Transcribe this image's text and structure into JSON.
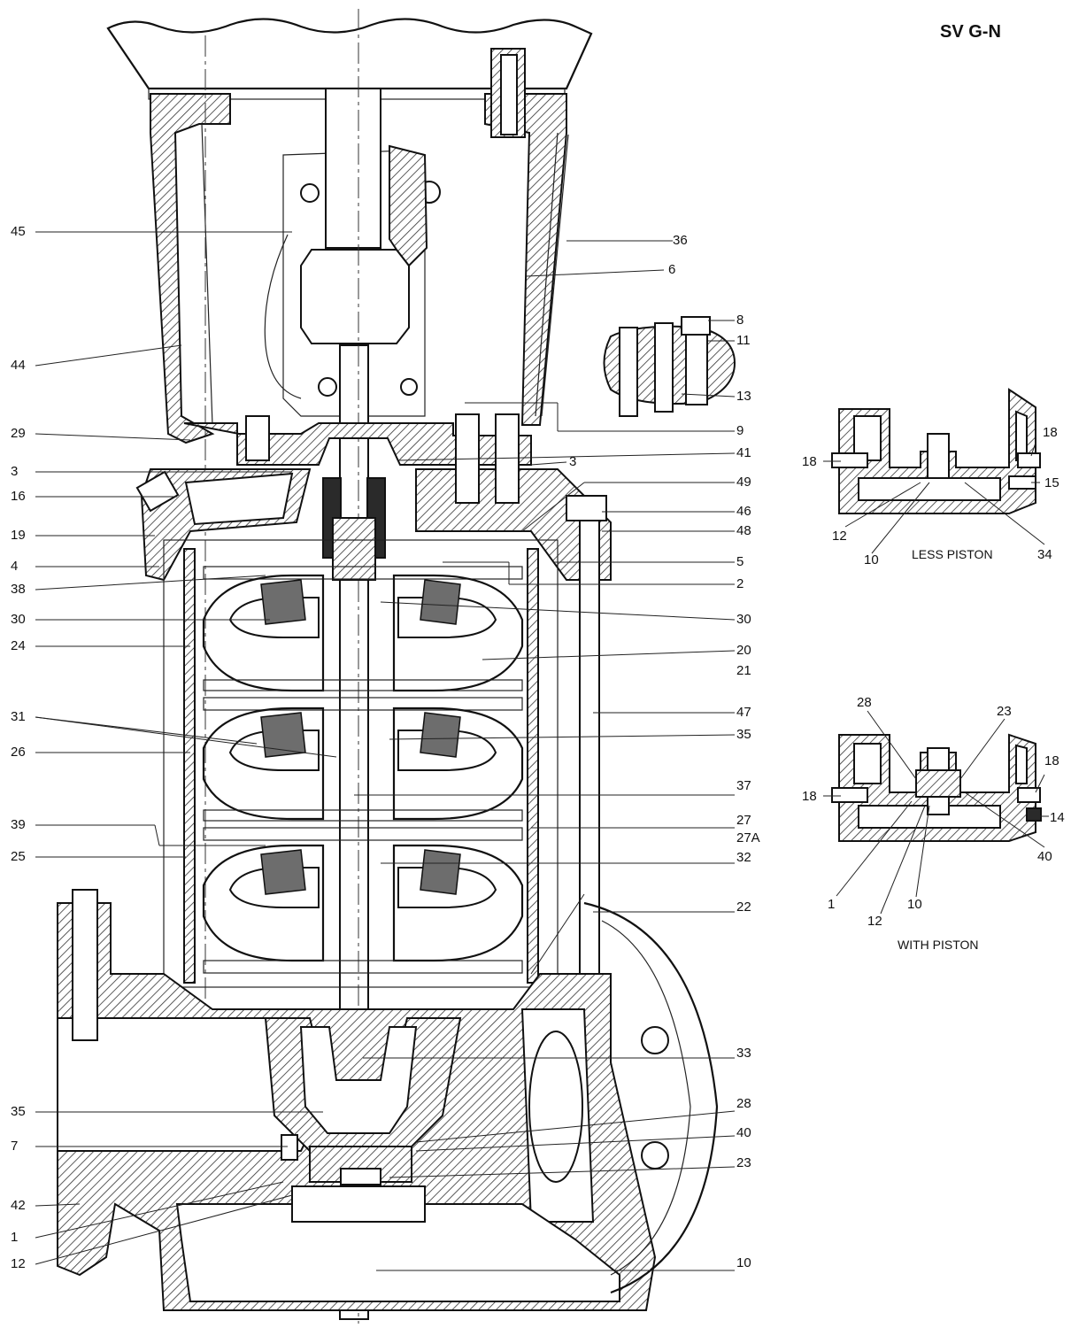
{
  "title": "SV G-N",
  "inset_less_piston": {
    "caption": "LESS PISTON",
    "labels": [
      "18",
      "18",
      "15",
      "12",
      "10",
      "34"
    ]
  },
  "inset_with_piston": {
    "caption": "WITH  PISTON",
    "labels": [
      "28",
      "23",
      "18",
      "18",
      "14",
      "40",
      "1",
      "10",
      "12"
    ]
  },
  "left_labels": [
    "45",
    "44",
    "29",
    "3",
    "16",
    "19",
    "4",
    "38",
    "30",
    "24",
    "31",
    "26",
    "39",
    "25",
    "35",
    "7",
    "42",
    "1",
    "12"
  ],
  "right_labels": [
    "36",
    "6",
    "8",
    "11",
    "13",
    "9",
    "41",
    "3",
    "49",
    "46",
    "48",
    "5",
    "2",
    "30",
    "20",
    "21",
    "47",
    "35",
    "37",
    "27",
    "27A",
    "32",
    "22",
    "33",
    "28",
    "40",
    "23",
    "10"
  ],
  "colors": {
    "ink": "#111111",
    "hatch": "#333333",
    "background": "#ffffff"
  }
}
